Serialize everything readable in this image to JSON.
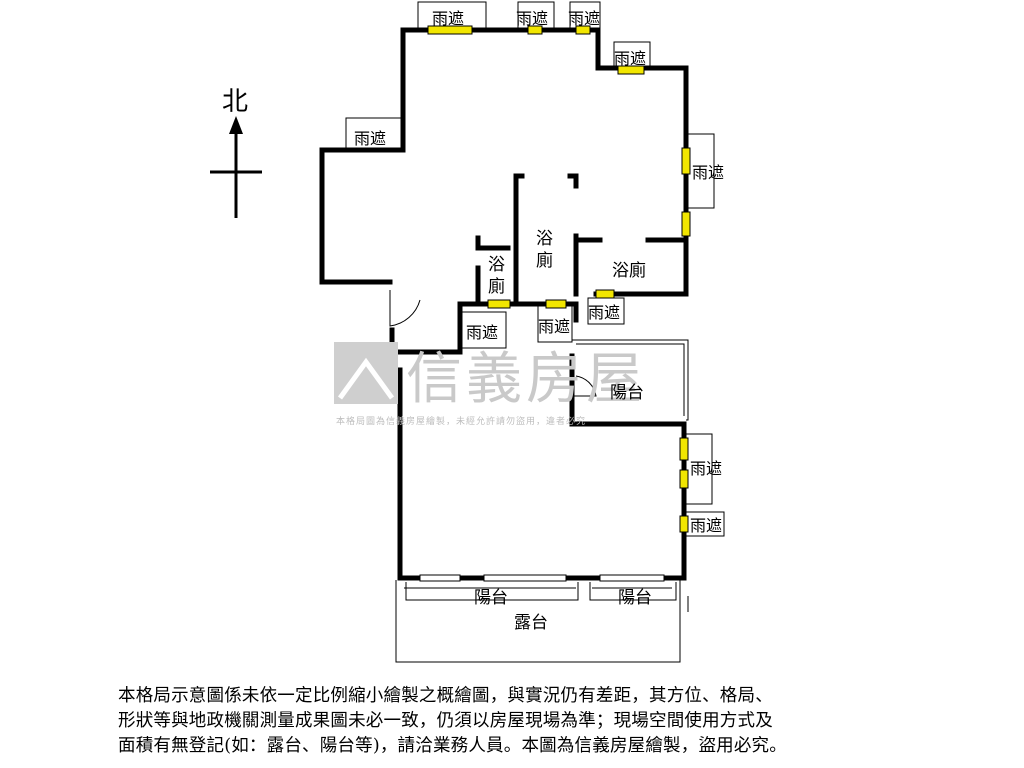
{
  "compass": {
    "north_label": "北"
  },
  "rooms": {
    "bath_center_1": "浴",
    "bath_center_2": "廁",
    "bath_left_1": "浴",
    "bath_left_2": "廁",
    "bath_right": "浴廁",
    "balcony_mid": "陽台",
    "balcony_bottom_left": "陽台",
    "balcony_bottom_right": "陽台",
    "terrace": "露台"
  },
  "canopies": {
    "top_1": "雨遮",
    "top_2": "雨遮",
    "top_3": "雨遮",
    "top_4": "雨遮",
    "left": "雨遮",
    "right_upper": "雨遮",
    "inner_left": "雨遮",
    "inner_center": "雨遮",
    "inner_right": "雨遮",
    "right_lower_1": "雨遮",
    "right_lower_2": "雨遮"
  },
  "watermark": {
    "brand": "信義房屋",
    "notice": "本格局圖為信義房屋繪製，未經允許請勿盜用，違者必究"
  },
  "disclaimer": {
    "line1": "本格局示意圖係未依一定比例縮小繪製之概繪圖，與實況仍有差距，其方位、格局、",
    "line2": "形狀等與地政機關測量成果圖未必一致，仍須以房屋現場為準；現場空間使用方式及",
    "line3": "面積有無登記(如：露台、陽台等)，請洽業務人員。本圖為信義房屋繪製，盜用必究。"
  }
}
